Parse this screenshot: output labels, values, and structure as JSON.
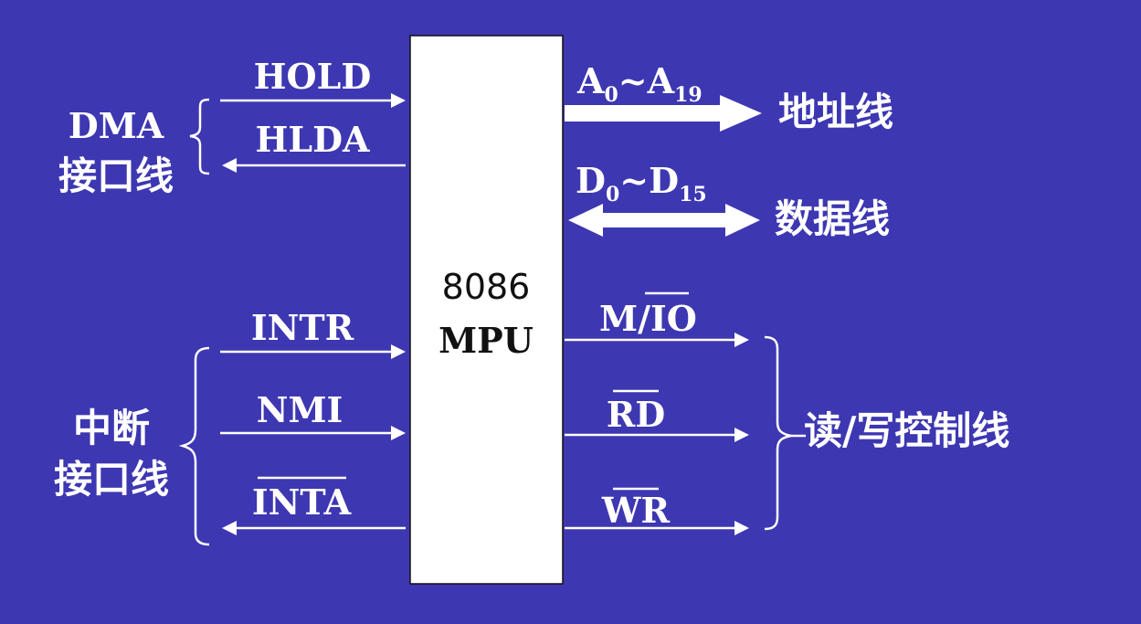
{
  "background_color": "#3d37b2",
  "cpu": {
    "line1": "8086",
    "line2": "MPU"
  },
  "left": {
    "dma_group": {
      "label1": "DMA",
      "label2": "接口线",
      "signals": {
        "hold": "HOLD",
        "hlda": "HLDA"
      }
    },
    "interrupt_group": {
      "label1": "中断",
      "label2": "接口线",
      "signals": {
        "intr": "INTR",
        "nmi": "NMI",
        "inta": "INTA"
      }
    }
  },
  "right": {
    "address": {
      "signal_base": "A",
      "signal_sub_from": "0",
      "signal_sep": "~A",
      "signal_sub_to": "19",
      "label": "地址线"
    },
    "data": {
      "signal_base": "D",
      "signal_sub_from": "0",
      "signal_sep": "~D",
      "signal_sub_to": "15",
      "label": "数据线"
    },
    "control": {
      "label": "读/写控制线",
      "signals": {
        "mio_prefix": "M/",
        "mio_overbar": "IO",
        "rd": "RD",
        "wr": "WR"
      }
    }
  }
}
